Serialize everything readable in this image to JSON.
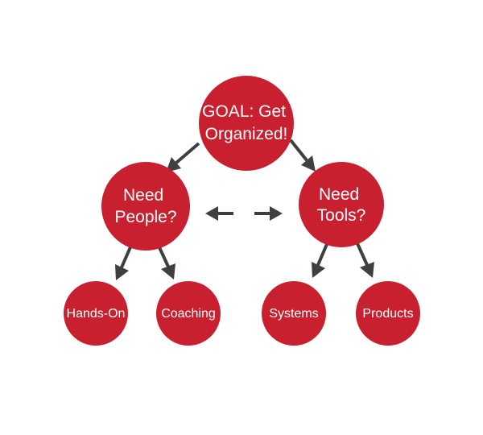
{
  "diagram": {
    "nodes": {
      "goal": {
        "lines": [
          "GOAL: Get",
          "Organized!"
        ]
      },
      "people": {
        "lines": [
          "Need",
          "People?"
        ]
      },
      "tools": {
        "lines": [
          "Need",
          "Tools?"
        ]
      },
      "handson": {
        "lines": [
          "Hands-On"
        ]
      },
      "coaching": {
        "lines": [
          "Coaching"
        ]
      },
      "systems": {
        "lines": [
          "Systems"
        ]
      },
      "products": {
        "lines": [
          "Products"
        ]
      }
    },
    "colors": {
      "node": "#c8202e",
      "arrow": "#3f3f3f",
      "text": "#ffffff"
    }
  }
}
